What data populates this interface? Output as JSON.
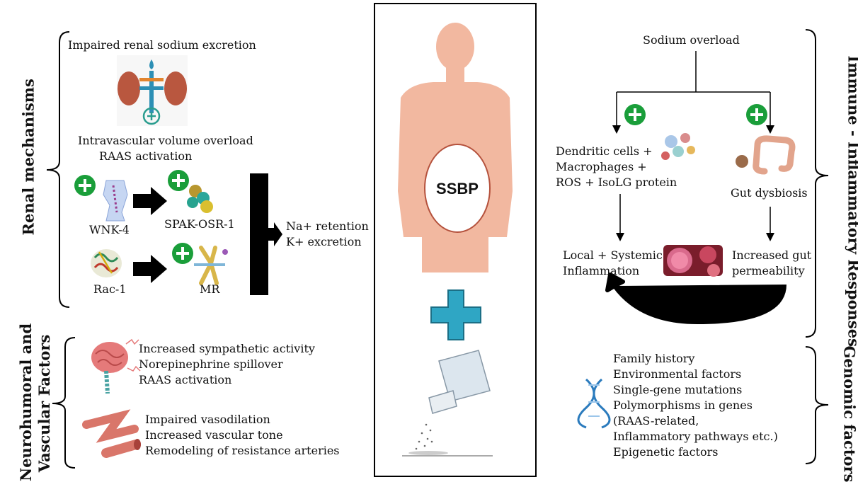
{
  "colors": {
    "plus_green": "#1a9e3a",
    "cross_blue": "#2fa6c4",
    "skin": "#f2b8a0",
    "vessel": "#d9766a",
    "dna": "#2b7bbd"
  },
  "left": {
    "renal": {
      "side_label": "Renal mechanisms",
      "impaired": "Impaired renal sodium excretion",
      "volume_line1": "Intravascular volume overload",
      "volume_line2": "RAAS activation",
      "wnk": "WNK-4",
      "spak": "SPAK-OSR-1",
      "rac": "Rac-1",
      "mr": "MR",
      "retention": "Na+ retention",
      "excretion": "K+ excretion",
      "icons": [
        "kidney-icon",
        "wnk4-protein-icon",
        "spak-protein-icon",
        "rac1-protein-icon",
        "mr-receptor-icon"
      ]
    },
    "neuro": {
      "side_label_line1": "Neurohumoral and",
      "side_label_line2": "Vascular Factors",
      "brain_lines": [
        "Increased sympathetic activity",
        "Norepinephrine spillover",
        "RAAS activation"
      ],
      "vessel_lines": [
        "Impaired vasodilation",
        "Increased vascular tone",
        "Remodeling of resistance arteries"
      ],
      "icons": [
        "brain-icon",
        "artery-icon"
      ]
    }
  },
  "center": {
    "label": "SSBP",
    "icons": [
      "human-torso-icon",
      "plus-cross-icon",
      "salt-shaker-icon"
    ]
  },
  "right": {
    "immune": {
      "side_label": "Immune - Inflammatory Responses",
      "sodium": "Sodium overload",
      "cells_lines": [
        "Dendritic cells +",
        "Macrophages +",
        "ROS + IsoLG protein"
      ],
      "gut": "Gut dysbiosis",
      "inflam_lines": [
        "Local + Systemic",
        "Inflammation"
      ],
      "perm_lines": [
        "Increased gut",
        "permeability"
      ],
      "icons": [
        "immune-cells-icon",
        "intestine-icon",
        "inflammation-cells-icon"
      ]
    },
    "genomic": {
      "side_label": "Genomic factors",
      "lines": [
        "Family history",
        "Environmental factors",
        "Single-gene mutations",
        "Polymorphisms in genes",
        "(RAAS-related,",
        "Inflammatory pathways etc.)",
        "Epigenetic factors"
      ],
      "icons": [
        "dna-icon"
      ]
    }
  }
}
